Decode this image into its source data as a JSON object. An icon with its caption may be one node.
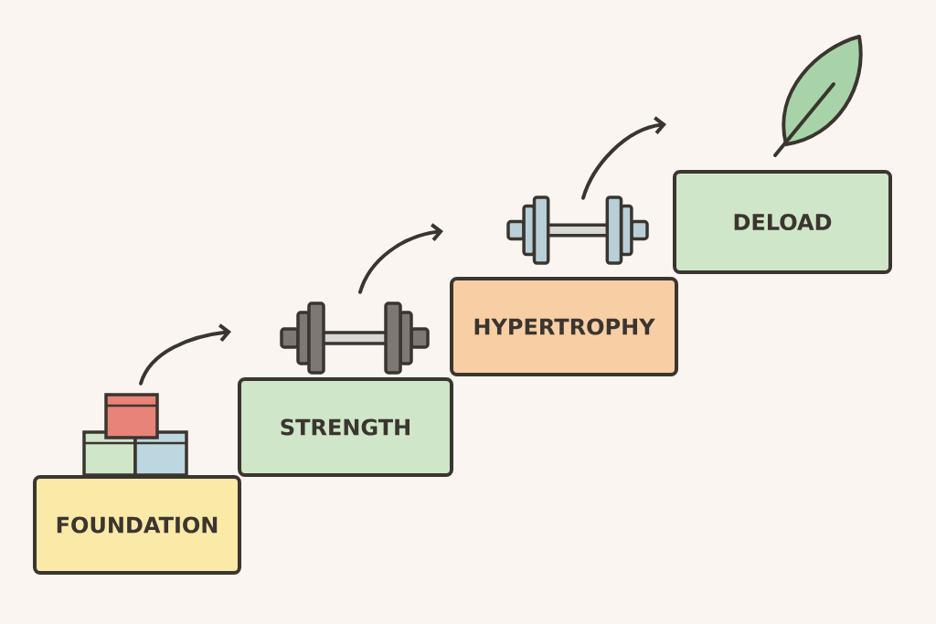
{
  "diagram": {
    "nodes": [
      {
        "text": [
          "FOUNDATION"
        ]
      },
      {
        "text": [],
        "shape": "picture"
      },
      {
        "text": [
          "STRENGTH"
        ]
      },
      {
        "text": [],
        "shape": "picture"
      },
      {
        "text": [
          "HYPERTROPHY"
        ]
      },
      {
        "text": [],
        "shape": "picture"
      },
      {
        "text": [
          "DELOAD"
        ]
      },
      {
        "text": [],
        "shape": "picture"
      }
    ],
    "edges": [
      {
        "from": 1,
        "to": 2,
        "arrow": "to"
      },
      {
        "from": 3,
        "to": 4,
        "arrow": "to"
      },
      {
        "from": 5,
        "to": 6,
        "arrow": "to"
      }
    ]
  }
}
